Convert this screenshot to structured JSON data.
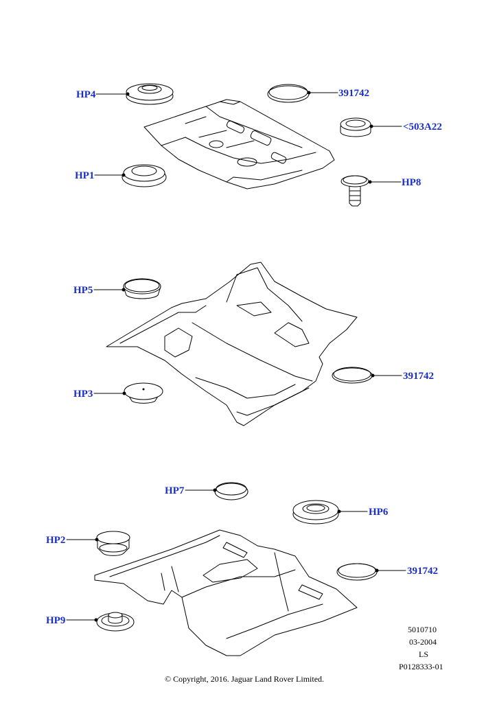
{
  "colors": {
    "label_link": "#1a2ecc",
    "label_plain": "#1a2ecc",
    "line": "#000000"
  },
  "labels": {
    "hp4": "HP4",
    "p391742_a": "391742",
    "p503a22": "<503A22",
    "hp1": "HP1",
    "hp8": "HP8",
    "hp5": "HP5",
    "p391742_b": "391742",
    "hp3": "HP3",
    "hp7": "HP7",
    "hp6": "HP6",
    "hp2": "HP2",
    "p391742_c": "391742",
    "hp9": "HP9"
  },
  "meta": {
    "line1": "5010710",
    "line2": "03-2004",
    "line3": "LS",
    "line4": "P0128333-01"
  },
  "copyright": "© Copyright, 2016. Jaguar Land Rover Limited."
}
